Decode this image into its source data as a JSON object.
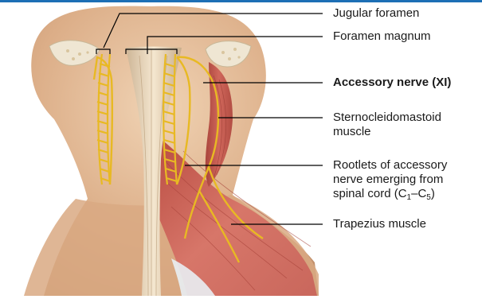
{
  "labels": {
    "jugular_foramen": "Jugular foramen",
    "foramen_magnum": "Foramen magnum",
    "accessory_nerve": "Accessory nerve (XI)",
    "scm_line1": "Sternocleidomastoid",
    "scm_line2": "muscle",
    "rootlets_line1": "Rootlets of accessory",
    "rootlets_line2": "nerve emerging from",
    "rootlets_line3_prefix": "spinal cord (C",
    "rootlets_sub1": "1",
    "rootlets_dash": "–C",
    "rootlets_sub2": "5",
    "rootlets_close": ")",
    "trapezius": "Trapezius muscle"
  },
  "colors": {
    "border": "#1d6fb5",
    "skin": "#e8c5a4",
    "bone": "#efe6d3",
    "nerve": "#e8b923",
    "muscle": "#c65a4e",
    "leader": "#000000"
  }
}
